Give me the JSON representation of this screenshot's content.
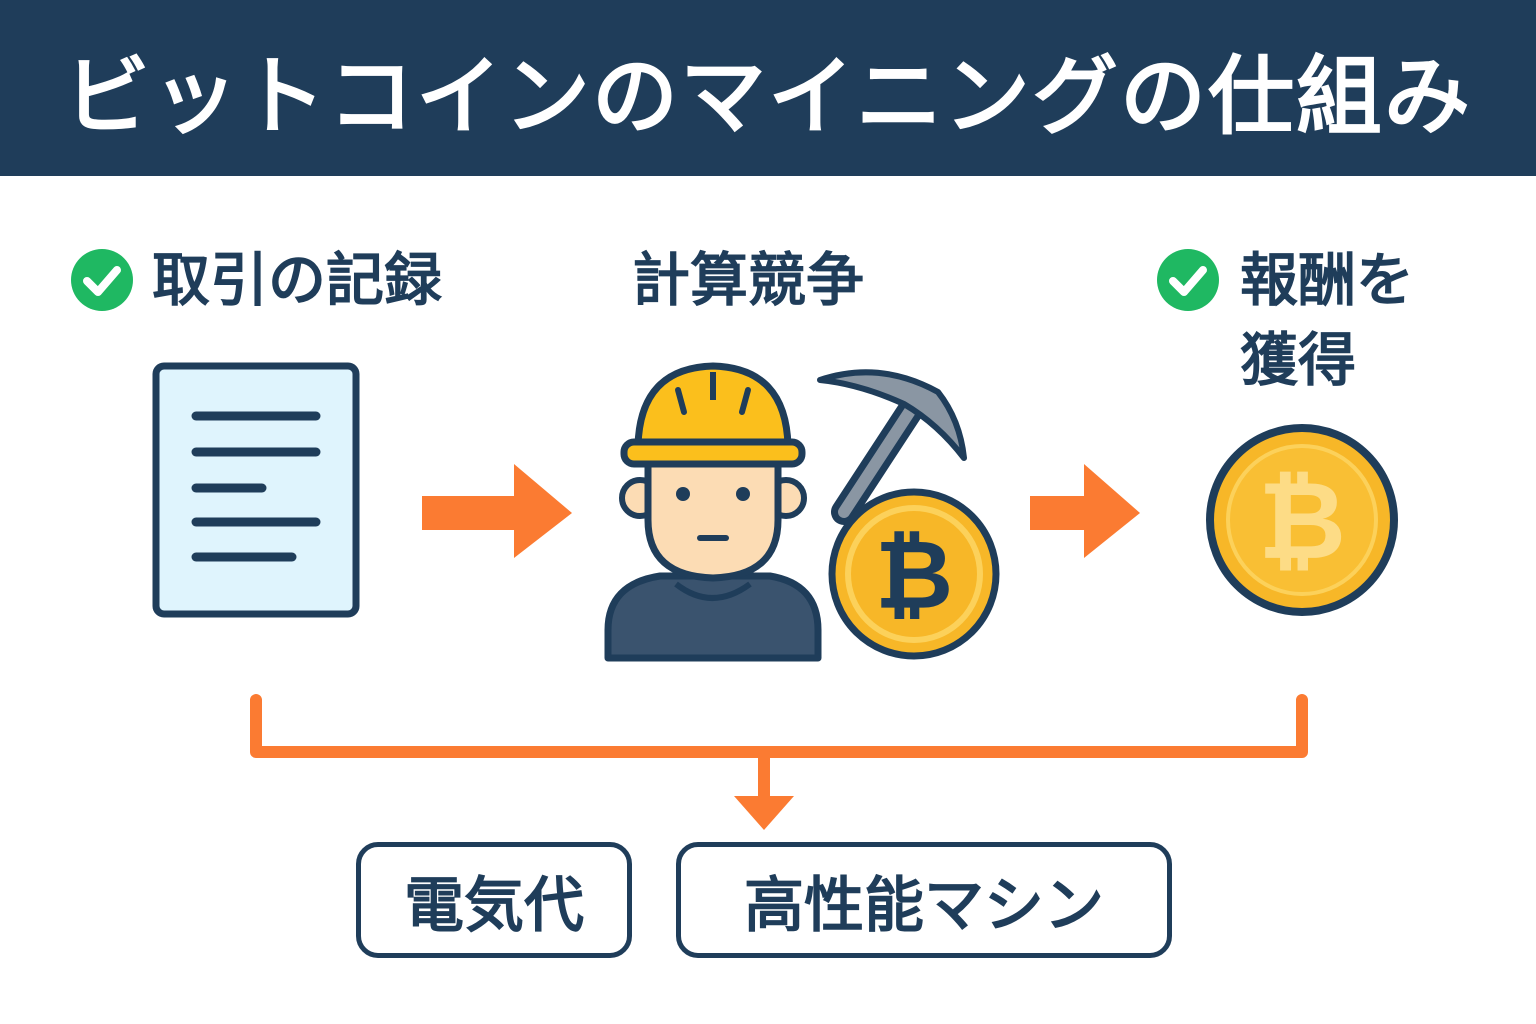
{
  "header": {
    "title": "ビットコインのマイニングの仕組み"
  },
  "steps": [
    {
      "label": "取引の記録",
      "has_check": true,
      "icon": "document-icon"
    },
    {
      "label": "計算競争",
      "has_check": false,
      "icon": "miner-icon"
    },
    {
      "label_line1": "報酬を",
      "label_line2": "獲得",
      "has_check": true,
      "icon": "bitcoin-coin-icon"
    }
  ],
  "coin_symbol": "₿",
  "costs": [
    {
      "label": "電気代"
    },
    {
      "label": "高性能マシン"
    }
  ],
  "colors": {
    "navy": "#1f3d5a",
    "orange": "#fb7b32",
    "green": "#1fb862",
    "gold": "#f7b728",
    "helmet": "#fbbf1c",
    "skin": "#fcdcb4",
    "shirt": "#3a536e",
    "paper": "#dff4fd"
  }
}
